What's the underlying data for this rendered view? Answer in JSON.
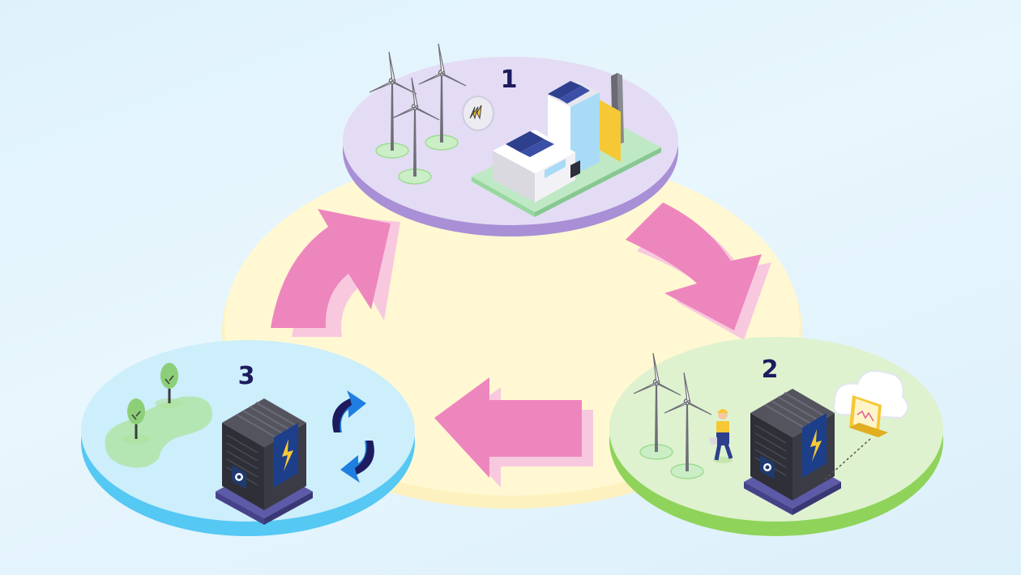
{
  "stages": [
    {
      "id": "1",
      "label": "1",
      "colors": {
        "top": "#e3dcf4",
        "rim": "#a98fd6"
      }
    },
    {
      "id": "2",
      "label": "2",
      "colors": {
        "top": "#def2cf",
        "rim": "#8fd35a"
      }
    },
    {
      "id": "3",
      "label": "3",
      "colors": {
        "top": "#cdeefb",
        "rim": "#55c8f3"
      }
    }
  ],
  "colors": {
    "background": "#e2f4fc",
    "center": "#fff8d2",
    "arrow": "#ee86be",
    "arrow_shadow": "#f8c9de",
    "number": "#1d1b5e",
    "accent_yellow": "#f6c835"
  },
  "flow": [
    "1 → 2",
    "2 → 3",
    "3 → 1"
  ],
  "icons": [
    "wind-turbine-icon",
    "power-plant-icon",
    "solar-panel-icon",
    "battery-storage-unit-icon",
    "worker-icon",
    "laptop-cloud-icon",
    "recycle-icon",
    "tree-icon",
    "lightning-icon"
  ]
}
